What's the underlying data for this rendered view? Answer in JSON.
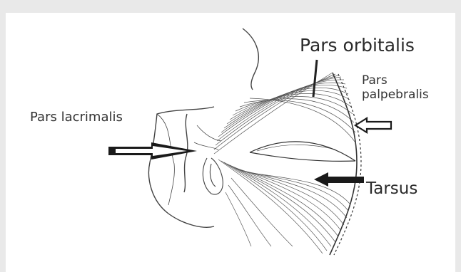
{
  "figure": {
    "labels": {
      "pars_orbitalis": "Pars orbitalis",
      "pars_palpebralis_line1": "Pars",
      "pars_palpebralis_line2": "palpebralis",
      "pars_lacrimalis": "Pars lacrimalis",
      "tarsus": "Tarsus"
    },
    "colors": {
      "background": "#e9e9e9",
      "panel": "#ffffff",
      "ink": "#333333",
      "arrow_fill": "#1a1a1a"
    }
  }
}
